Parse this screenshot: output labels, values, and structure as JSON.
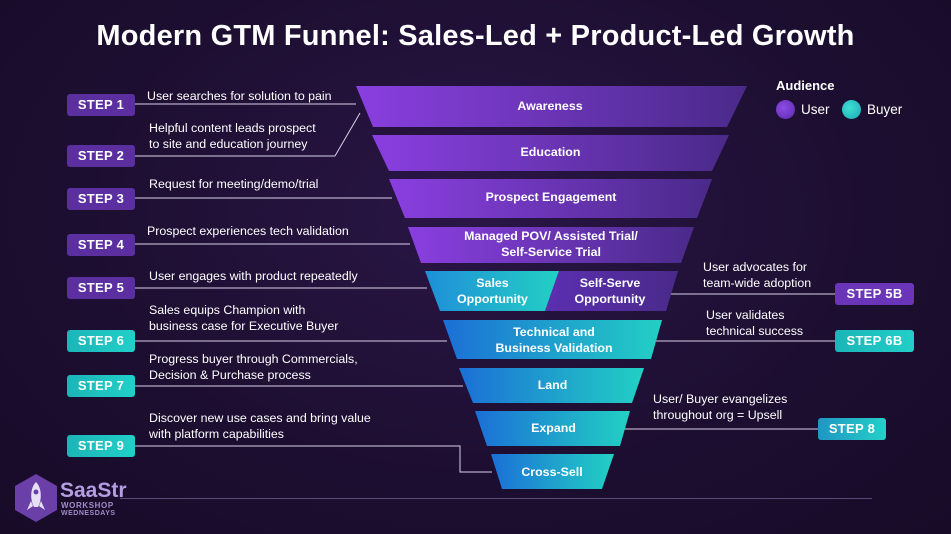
{
  "title": "Modern GTM Funnel: Sales-Led + Product-Led Growth",
  "legend": {
    "title": "Audience",
    "items": [
      {
        "label": "User",
        "color": "#7a3ad6"
      },
      {
        "label": "Buyer",
        "color": "#22cfc8"
      }
    ]
  },
  "funnel": {
    "awareness": "Awareness",
    "education": "Education",
    "prospect_engagement": "Prospect Engagement",
    "managed_pov_line1": "Managed POV/ Assisted Trial/",
    "managed_pov_line2": "Self-Service Trial",
    "sales_opp_line1": "Sales",
    "sales_opp_line2": "Opportunity",
    "self_serve_line1": "Self-Serve",
    "self_serve_line2": "Opportunity",
    "tech_validation_line1": "Technical and",
    "tech_validation_line2": "Business Validation",
    "land": "Land",
    "expand": "Expand",
    "cross_sell": "Cross-Sell"
  },
  "steps": {
    "s1": {
      "label": "STEP 1",
      "desc": [
        "User searches for solution to pain"
      ]
    },
    "s2": {
      "label": "STEP 2",
      "desc": [
        "Helpful content leads prospect",
        "to site and education journey"
      ]
    },
    "s3": {
      "label": "STEP 3",
      "desc": [
        "Request for meeting/demo/trial"
      ]
    },
    "s4": {
      "label": "STEP 4",
      "desc": [
        "Prospect experiences tech validation"
      ]
    },
    "s5": {
      "label": "STEP 5",
      "desc": [
        "User engages with product repeatedly"
      ]
    },
    "s6": {
      "label": "STEP 6",
      "desc": [
        "Sales equips Champion with",
        "business case for Executive Buyer"
      ]
    },
    "s7": {
      "label": "STEP 7",
      "desc": [
        "Progress buyer through Commercials,",
        "Decision &  Purchase process"
      ]
    },
    "s9": {
      "label": "STEP 9",
      "desc": [
        "Discover new use cases and bring value",
        "with platform capabilities"
      ]
    },
    "s5b": {
      "label": "STEP 5B",
      "desc": [
        "User advocates for",
        "team-wide adoption"
      ]
    },
    "s6b": {
      "label": "STEP 6B",
      "desc": [
        "User validates",
        "technical success"
      ]
    },
    "s8": {
      "label": "STEP 8",
      "desc": [
        "User/ Buyer evangelizes",
        "throughout org = Upsell"
      ]
    }
  },
  "logo": {
    "brand": "SaaStr",
    "line2": "WORKSHOP",
    "line3": "WEDNESDAYS"
  }
}
